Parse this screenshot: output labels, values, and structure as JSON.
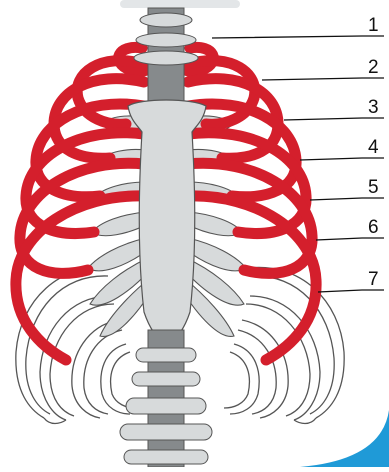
{
  "colors": {
    "rib_red": "#d41f2c",
    "false_rib": "#ffffff",
    "bone_fill": "#d7dadb",
    "spine_dark": "#868a8c",
    "outline": "#555555",
    "frame_blue": "#1f9ad7"
  },
  "labels": [
    {
      "id": "1",
      "text": "1"
    },
    {
      "id": "2",
      "text": "2"
    },
    {
      "id": "3",
      "text": "3"
    },
    {
      "id": "4",
      "text": "4"
    },
    {
      "id": "5",
      "text": "5"
    },
    {
      "id": "6",
      "text": "6"
    },
    {
      "id": "7",
      "text": "7"
    }
  ]
}
